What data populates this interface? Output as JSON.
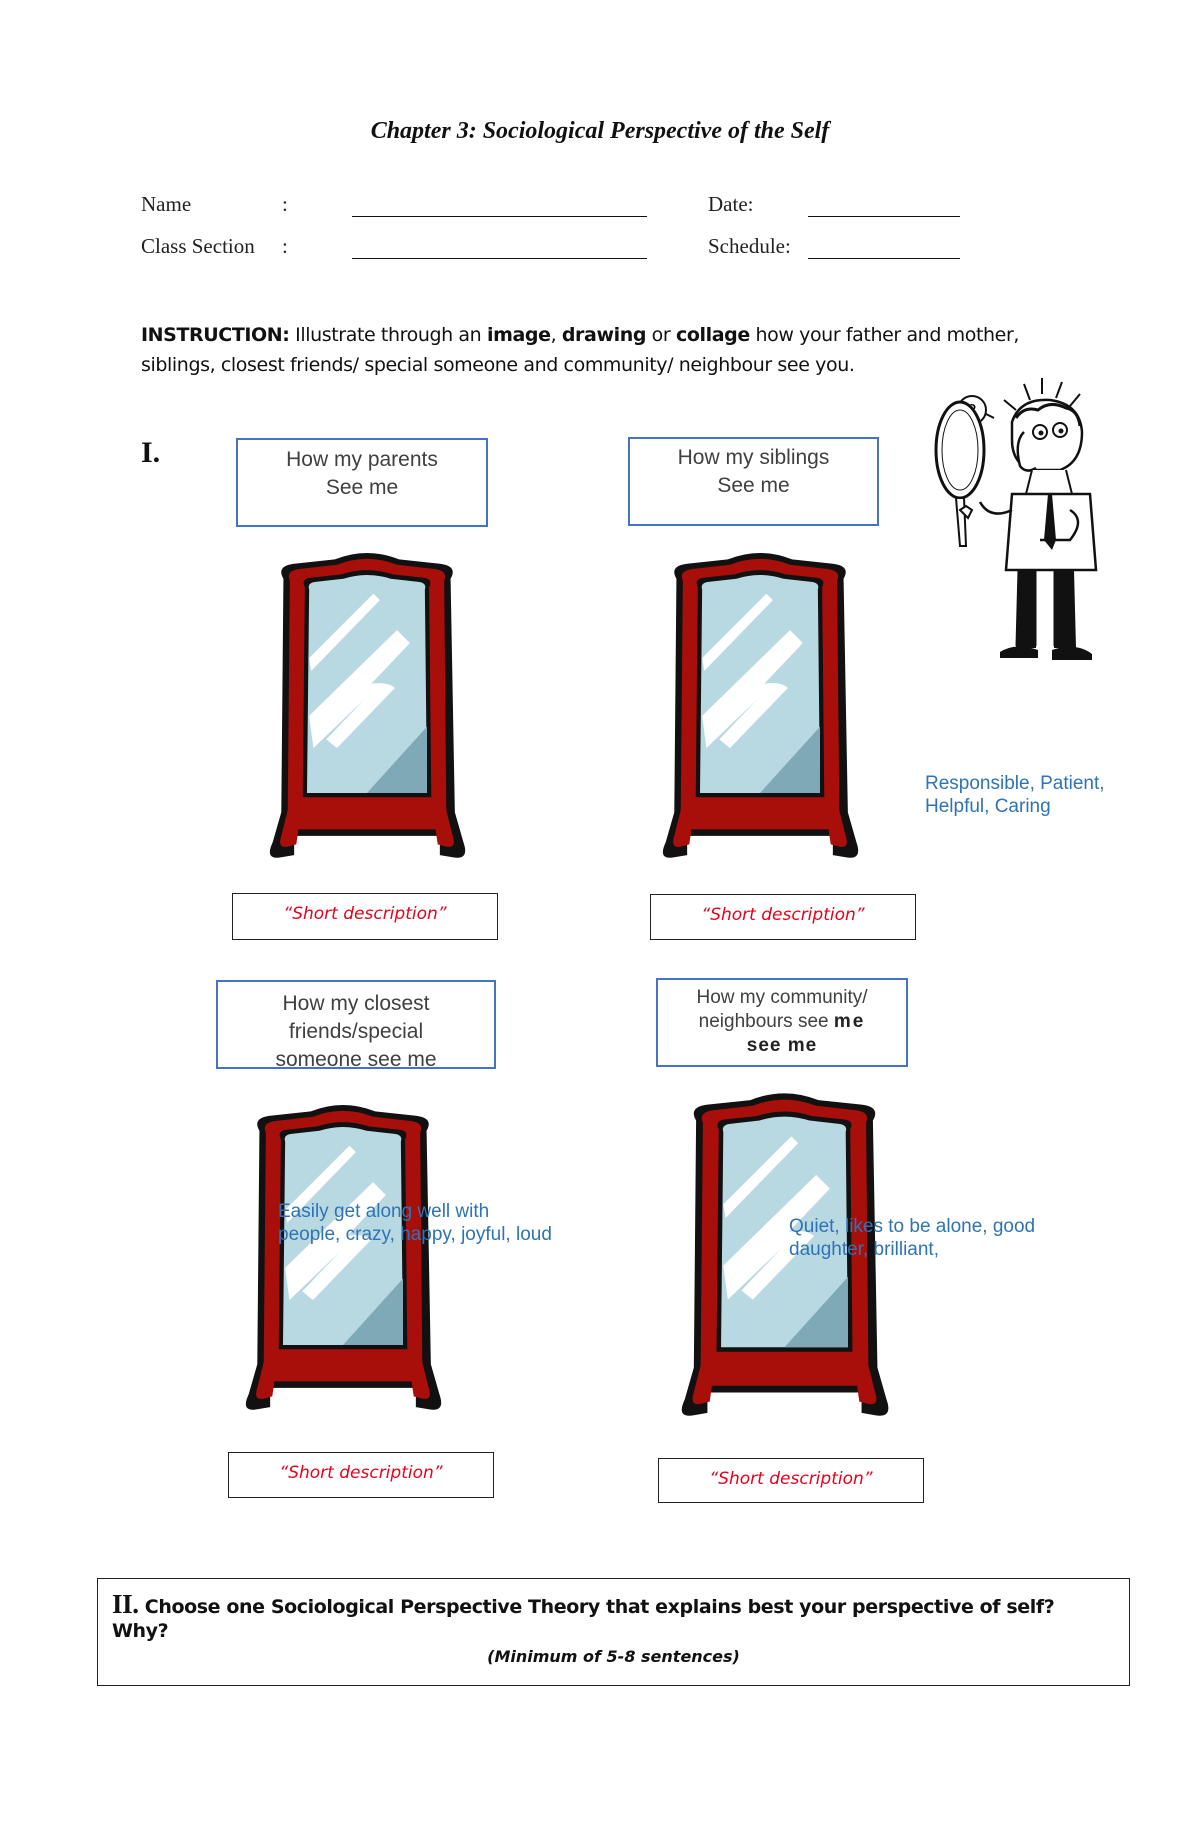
{
  "title": "Chapter 3: Sociological Perspective of the Self",
  "fields": {
    "name_label": "Name",
    "class_section_label": "Class Section",
    "colon": ":",
    "date_label": "Date:",
    "schedule_label": "Schedule:"
  },
  "instruction": {
    "lead": "INSTRUCTION:",
    "part1": " Illustrate through an ",
    "image": "image",
    "comma1": ", ",
    "drawing": "drawing",
    "or": " or ",
    "collage": "collage",
    "part2": " how your father and mother,",
    "line2": "siblings, closest friends/ special someone and community/ neighbour see you."
  },
  "section1": {
    "roman": "I.",
    "boxes": [
      {
        "line1": "How my parents",
        "line2": "See me",
        "description": "“Short description”"
      },
      {
        "line1": "How my siblings",
        "line2": "See me",
        "description": "“Short description”"
      },
      {
        "line1": "How my closest",
        "line2": "friends/special",
        "line3": "someone see me",
        "description": "“Short description”"
      },
      {
        "line1": "How my community/",
        "line2a": "neighbours see ",
        "line2b": "me",
        "line3": "see me",
        "description": "“Short description”"
      }
    ],
    "answers": {
      "siblings": [
        "Responsible, Patient,",
        "Helpful, Caring"
      ],
      "friends": [
        "Easily get along well with",
        "people, crazy, happy, joyful, loud"
      ],
      "community": [
        "Quiet, likes to be alone, good",
        "daughter, brilliant,"
      ]
    }
  },
  "section2": {
    "roman": "II.",
    "question": "Choose one Sociological Perspective Theory that explains best your perspective of self? Why?",
    "note": "(Minimum of 5-8 sentences)"
  },
  "colors": {
    "frame": "#a80f0a",
    "glass": "#b9d9e2",
    "label_border": "#4472c4",
    "answer_text": "#2e74b5",
    "description_text": "#e8001c"
  }
}
